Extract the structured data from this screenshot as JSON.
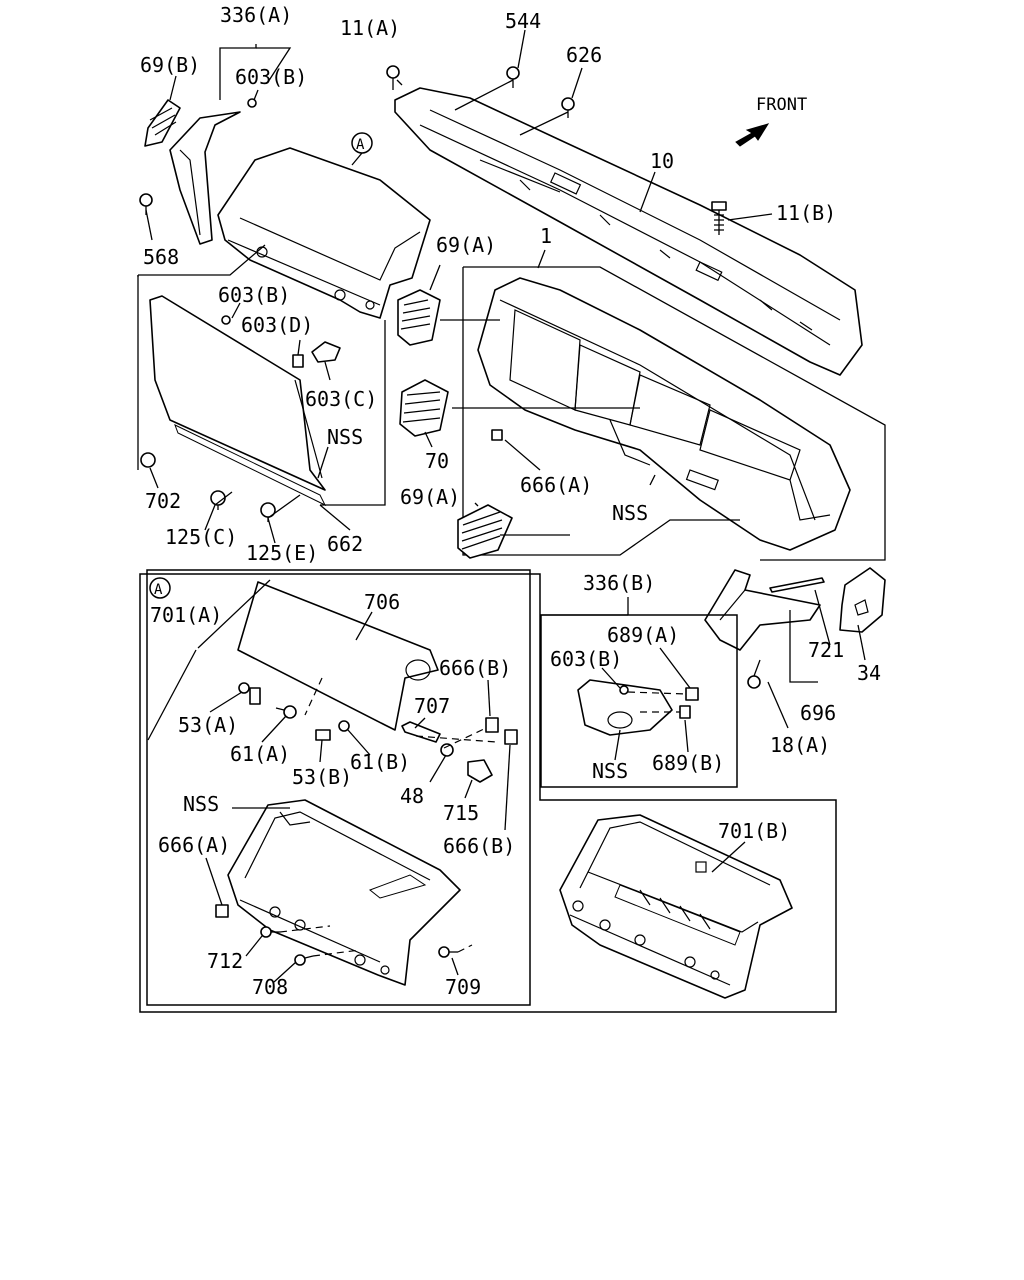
{
  "labels": {
    "l_336a": "336(A)",
    "l_69b": "69(B)",
    "l_603b_top": "603(B)",
    "l_11a": "11(A)",
    "l_544": "544",
    "l_626": "626",
    "l_front": "FRONT",
    "l_10": "10",
    "l_11b": "11(B)",
    "l_callout_a_top": "A",
    "l_568": "568",
    "l_69a_top": "69(A)",
    "l_1": "1",
    "l_603b_mid": "603(B)",
    "l_603d": "603(D)",
    "l_603c": "603(C)",
    "l_nss_left": "NSS",
    "l_70": "70",
    "l_666a_mid": "666(A)",
    "l_nss_mid": "NSS",
    "l_69a_low": "69(A)",
    "l_702": "702",
    "l_125c": "125(C)",
    "l_125e": "125(E)",
    "l_662": "662",
    "l_336b": "336(B)",
    "l_callout_a_box": "A",
    "l_701a": "701(A)",
    "l_706": "706",
    "l_666b_top": "666(B)",
    "l_707": "707",
    "l_53a": "53(A)",
    "l_61a": "61(A)",
    "l_61b": "61(B)",
    "l_53b": "53(B)",
    "l_48": "48",
    "l_715": "715",
    "l_666b_low": "666(B)",
    "l_nss_box": "NSS",
    "l_666a_box": "666(A)",
    "l_712": "712",
    "l_708": "708",
    "l_709": "709",
    "l_689a": "689(A)",
    "l_603b_right": "603(B)",
    "l_689b": "689(B)",
    "l_nss_right": "NSS",
    "l_721": "721",
    "l_34": "34",
    "l_696": "696",
    "l_18a": "18(A)",
    "l_701b": "701(B)"
  }
}
